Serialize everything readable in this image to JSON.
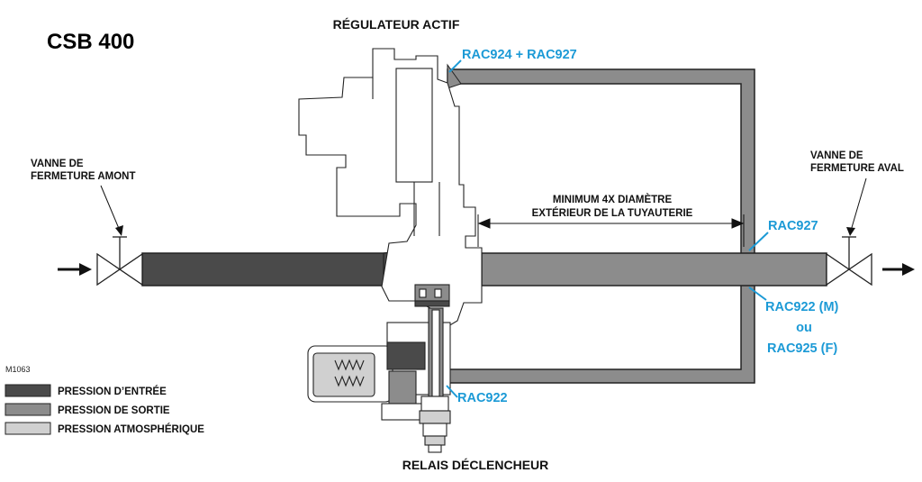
{
  "title": "CSB 400",
  "labels": {
    "active_regulator": "RÉGULATEUR ACTIF",
    "trip_relay": "RELAIS DÉCLENCHEUR",
    "upstream_valve_line1": "VANNE DE",
    "upstream_valve_line2": "FERMETURE AMONT",
    "downstream_valve_line1": "VANNE DE",
    "downstream_valve_line2": "FERMETURE AVAL",
    "min_distance_line1": "MINIMUM 4X DIAMÈTRE",
    "min_distance_line2": "EXTÉRIEUR DE LA TUYAUTERIE",
    "figure_id": "M1063"
  },
  "callouts": {
    "rac924_927": "RAC924 + RAC927",
    "rac927": "RAC927",
    "rac922_m": "RAC922 (M)",
    "ou": "ou",
    "rac925_f": "RAC925 (F)",
    "rac922": "RAC922"
  },
  "legend": [
    {
      "label": "PRESSION D’ENTRÉE",
      "color": "#4a4a4a"
    },
    {
      "label": "PRESSION DE SORTIE",
      "color": "#8c8c8c"
    },
    {
      "label": "PRESSION ATMOSPHÉRIQUE",
      "color": "#d0d0d0"
    }
  ],
  "colors": {
    "accent": "#1c9ad6",
    "inlet": "#4a4a4a",
    "outlet": "#8c8c8c",
    "atmospheric": "#d0d0d0"
  }
}
